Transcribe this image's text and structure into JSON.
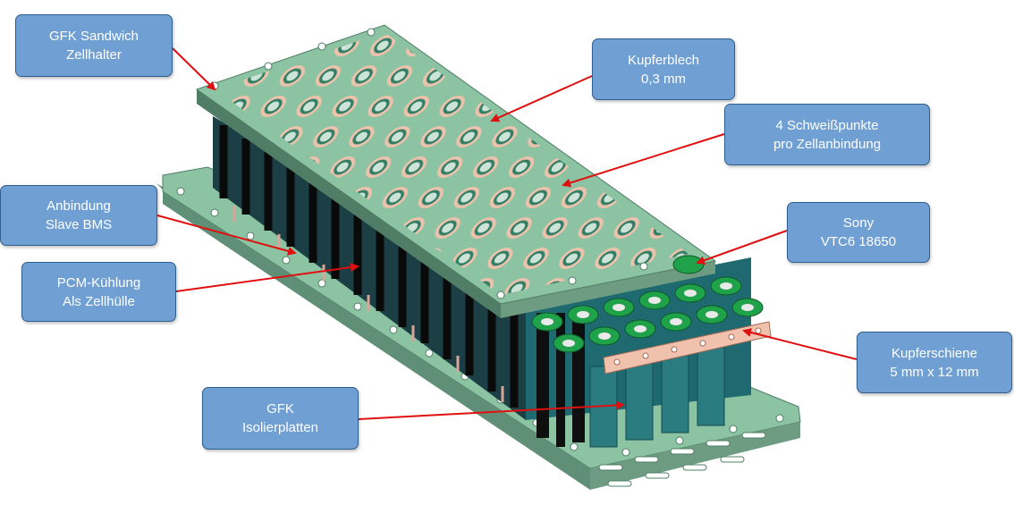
{
  "callouts": [
    {
      "id": "gfk-sandwich",
      "lines": [
        "GFK Sandwich",
        "Zellhalter"
      ]
    },
    {
      "id": "kupferblech",
      "lines": [
        "Kupferblech",
        "0,3 mm"
      ]
    },
    {
      "id": "schweisspunkte",
      "lines": [
        "4 Schweißpunkte",
        "pro Zellanbindung"
      ]
    },
    {
      "id": "anbindung",
      "lines": [
        "Anbindung",
        "Slave BMS"
      ]
    },
    {
      "id": "sony",
      "lines": [
        "Sony",
        "VTC6 18650"
      ]
    },
    {
      "id": "pcm",
      "lines": [
        "PCM-Kühlung",
        "Als Zellhülle"
      ]
    },
    {
      "id": "kupferschiene",
      "lines": [
        "Kupferschiene",
        "5 mm x 12 mm"
      ]
    },
    {
      "id": "gfk-isolier",
      "lines": [
        "GFK",
        "Isolierplatten"
      ]
    }
  ],
  "colors": {
    "callout_fill": "#6f9fd3",
    "callout_border": "#2f5f8f",
    "arrow": "#e01010",
    "plate": "#8cc3a2",
    "plate_edge": "#4f7d65",
    "copper": "#f0c2ad",
    "cell_teal": "#1e6a70",
    "cell_green": "#1fa24a",
    "pcm_black": "#111111"
  }
}
